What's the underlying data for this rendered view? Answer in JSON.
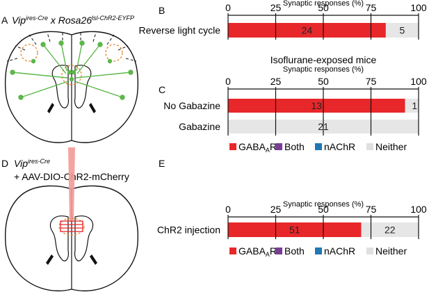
{
  "panels": {
    "A": {
      "letter": "A",
      "title_main": "Vip",
      "title_sup1": "ires-Cre",
      "title_mid": " x Rosa26",
      "title_sup2": "lsl-ChR2-EYFP"
    },
    "D": {
      "letter": "D",
      "title_main": "Vip",
      "title_sup1": "ires-Cre",
      "line2": "+ AAV-DIO-ChR2-mCherry"
    }
  },
  "legend": {
    "items": [
      {
        "label": "GABA",
        "sub": "A",
        "suffix": "R",
        "color": "#e8272a"
      },
      {
        "label": "Both",
        "sub": "",
        "suffix": "",
        "color": "#7a3d96"
      },
      {
        "label": "nAChR",
        "sub": "",
        "suffix": "",
        "color": "#1f78b4"
      },
      {
        "label": "Neither",
        "sub": "",
        "suffix": "",
        "color": "#e0e0e0"
      }
    ]
  },
  "colors": {
    "gaba": "#e8272a",
    "neither": "#e6e6e6",
    "axis": "#111111",
    "cell_green": "#5cb74a",
    "dashed_orange": "#e8862a",
    "fiber_pink": "#f29a96"
  },
  "chart_data": [
    {
      "panel": "B",
      "type": "bar",
      "orientation": "horizontal",
      "stacked": true,
      "title": "",
      "xlabel": "Synaptic responses (%)",
      "xlim": [
        0,
        100
      ],
      "xticks": [
        0,
        25,
        50,
        75,
        100
      ],
      "categories": [
        "Reverse light cycle"
      ],
      "series": [
        {
          "name": "GABAAR",
          "values": [
            82.8
          ],
          "labels": [
            "24"
          ]
        },
        {
          "name": "Neither",
          "values": [
            17.2
          ],
          "labels": [
            "5"
          ]
        }
      ]
    },
    {
      "panel": "C",
      "type": "bar",
      "orientation": "horizontal",
      "stacked": true,
      "title": "Isoflurane-exposed mice",
      "xlabel": "Synaptic responses (%)",
      "xlim": [
        0,
        100
      ],
      "xticks": [
        0,
        25,
        50,
        75,
        100
      ],
      "categories": [
        "No Gabazine",
        "Gabazine"
      ],
      "series": [
        {
          "name": "GABAAR",
          "values": [
            92.9,
            0
          ],
          "labels": [
            "13",
            ""
          ]
        },
        {
          "name": "Neither",
          "values": [
            7.1,
            100
          ],
          "labels": [
            "1",
            "21"
          ]
        }
      ]
    },
    {
      "panel": "E",
      "type": "bar",
      "orientation": "horizontal",
      "stacked": true,
      "title": "",
      "xlabel": "Synaptic responses (%)",
      "xlim": [
        0,
        100
      ],
      "xticks": [
        0,
        25,
        50,
        75,
        100
      ],
      "categories": [
        "ChR2 injection"
      ],
      "series": [
        {
          "name": "GABAAR",
          "values": [
            69.9
          ],
          "labels": [
            "51"
          ]
        },
        {
          "name": "Neither",
          "values": [
            30.1
          ],
          "labels": [
            "22"
          ]
        }
      ]
    }
  ]
}
